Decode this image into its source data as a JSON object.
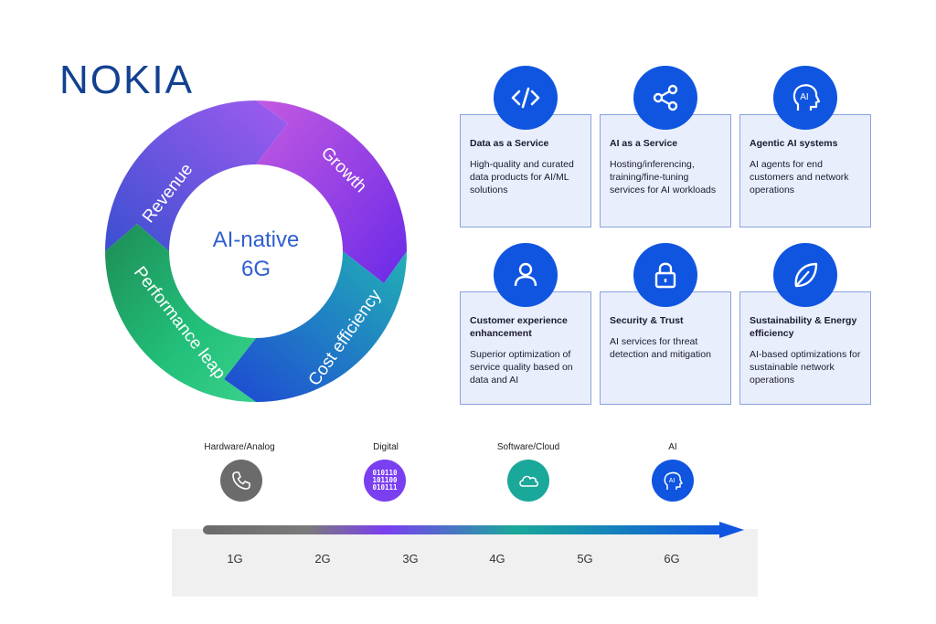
{
  "brand": {
    "name": "NOKIA",
    "color": "#124191"
  },
  "cycle": {
    "center_line1": "AI-native",
    "center_line2": "6G",
    "segments": [
      {
        "label": "Revenue",
        "colors": [
          "#3a7bd5",
          "#8e54e9"
        ]
      },
      {
        "label": "Growth",
        "colors": [
          "#b44fd9",
          "#7b2ff7"
        ]
      },
      {
        "label": "Cost efficiency",
        "colors": [
          "#1aa1b8",
          "#1f4fd6"
        ]
      },
      {
        "label": "Performance leap",
        "colors": [
          "#1fb36b",
          "#1d6fb0"
        ]
      }
    ]
  },
  "cards": [
    {
      "icon": "code-icon",
      "title": "Data as a Service",
      "desc": "High-quality and curated data products for AI/ML solutions"
    },
    {
      "icon": "share-icon",
      "title": "AI as a Service",
      "desc": "Hosting/inferencing, training/fine-tuning services for AI workloads"
    },
    {
      "icon": "ai-head-icon",
      "title": "Agentic AI systems",
      "desc": "AI agents for end customers and network operations"
    },
    {
      "icon": "user-icon",
      "title": "Customer experience enhancement",
      "desc": "Superior optimization of service quality based on data and AI"
    },
    {
      "icon": "lock-icon",
      "title": "Security & Trust",
      "desc": "AI services for threat detection and mitigation"
    },
    {
      "icon": "leaf-icon",
      "title": "Sustainability & Energy efficiency",
      "desc": "AI-based optimizations for sustainable network operations"
    }
  ],
  "eras": [
    {
      "label": "Hardware/Analog",
      "icon": "phone-icon",
      "color": "#6b6b6b"
    },
    {
      "label": "Digital",
      "icon": "binary-icon",
      "color": "#7a3ff0",
      "binary": [
        "010110",
        "101100",
        "010111"
      ]
    },
    {
      "label": "Software/Cloud",
      "icon": "cloud-icon",
      "color": "#1aa89a"
    },
    {
      "label": "AI",
      "icon": "ai-head-icon",
      "color": "#1055e0",
      "badge_text": "AI"
    }
  ],
  "generations": [
    "1G",
    "2G",
    "3G",
    "4G",
    "5G",
    "6G"
  ],
  "accent": "#1055e0"
}
